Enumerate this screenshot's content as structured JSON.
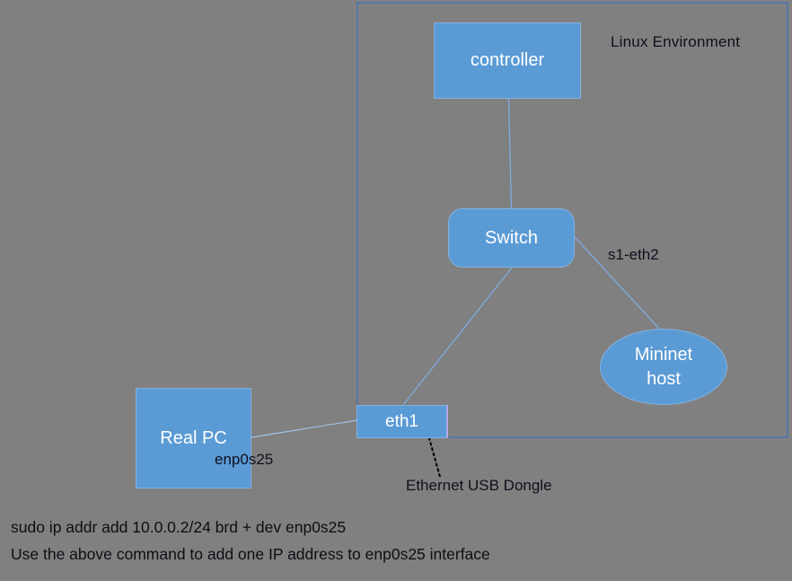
{
  "environment": {
    "label": "Linux Environment"
  },
  "nodes": {
    "controller": {
      "label": "controller"
    },
    "switch": {
      "label": "Switch"
    },
    "mininet_host": {
      "lines": [
        "Mininet",
        "host"
      ]
    },
    "real_pc": {
      "label": "Real PC"
    },
    "eth1": {
      "label": "eth1"
    }
  },
  "annotations": {
    "s1_eth2": "s1-eth2",
    "enp0s25": "enp0s25",
    "ethernet_usb_dongle": "Ethernet USB Dongle"
  },
  "caption": {
    "line1": "sudo ip addr add 10.0.0.2/24 brd + dev enp0s25",
    "line2": "Use the above command to add one IP address to enp0s25 interface"
  },
  "colors": {
    "background": "#808080",
    "node_fill": "#5b9bd5",
    "node_border": "#84b1de",
    "environment_border": "#5578a8",
    "connector": "#7fa8d9",
    "connector_light": "#9dc3e6",
    "arrow": "#000000",
    "text_dark": "#10101e",
    "text_light": "#ffffff"
  }
}
